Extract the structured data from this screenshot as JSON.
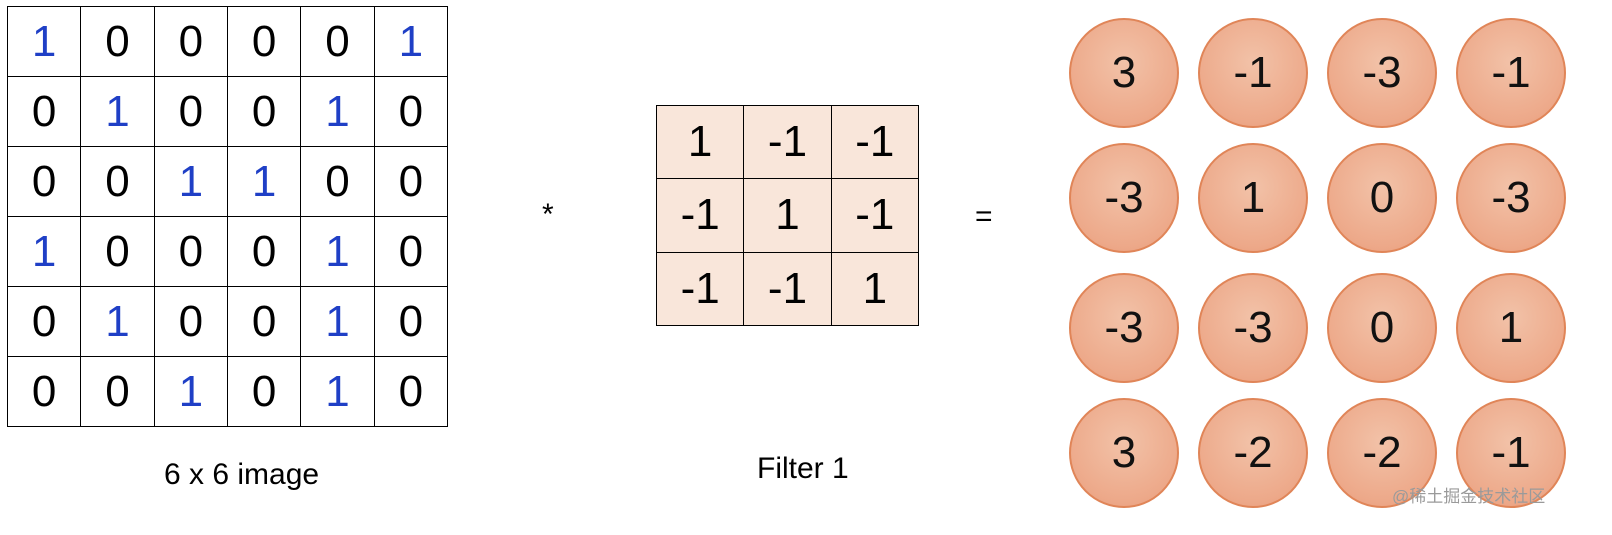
{
  "image": {
    "caption": "6 x 6 image",
    "rows": [
      [
        "1",
        "0",
        "0",
        "0",
        "0",
        "1"
      ],
      [
        "0",
        "1",
        "0",
        "0",
        "1",
        "0"
      ],
      [
        "0",
        "0",
        "1",
        "1",
        "0",
        "0"
      ],
      [
        "1",
        "0",
        "0",
        "0",
        "1",
        "0"
      ],
      [
        "0",
        "1",
        "0",
        "0",
        "1",
        "0"
      ],
      [
        "0",
        "0",
        "1",
        "0",
        "1",
        "0"
      ]
    ],
    "highlight_color": "#1f3fc6"
  },
  "operator_conv": "*",
  "filter": {
    "caption": "Filter 1",
    "rows": [
      [
        "1",
        "-1",
        "-1"
      ],
      [
        "-1",
        "1",
        "-1"
      ],
      [
        "-1",
        "-1",
        "1"
      ]
    ],
    "fill_color": "#f9e6da"
  },
  "operator_equals": "=",
  "output": {
    "rows": [
      [
        "3",
        "-1",
        "-3",
        "-1"
      ],
      [
        "-3",
        "1",
        "0",
        "-3"
      ],
      [
        "-3",
        "-3",
        "0",
        "1"
      ],
      [
        "3",
        "-2",
        "-2",
        "-1"
      ]
    ],
    "fill_color": "#eda98a",
    "stroke_color": "#e08558"
  },
  "watermark": "@稀土掘金技术社区"
}
